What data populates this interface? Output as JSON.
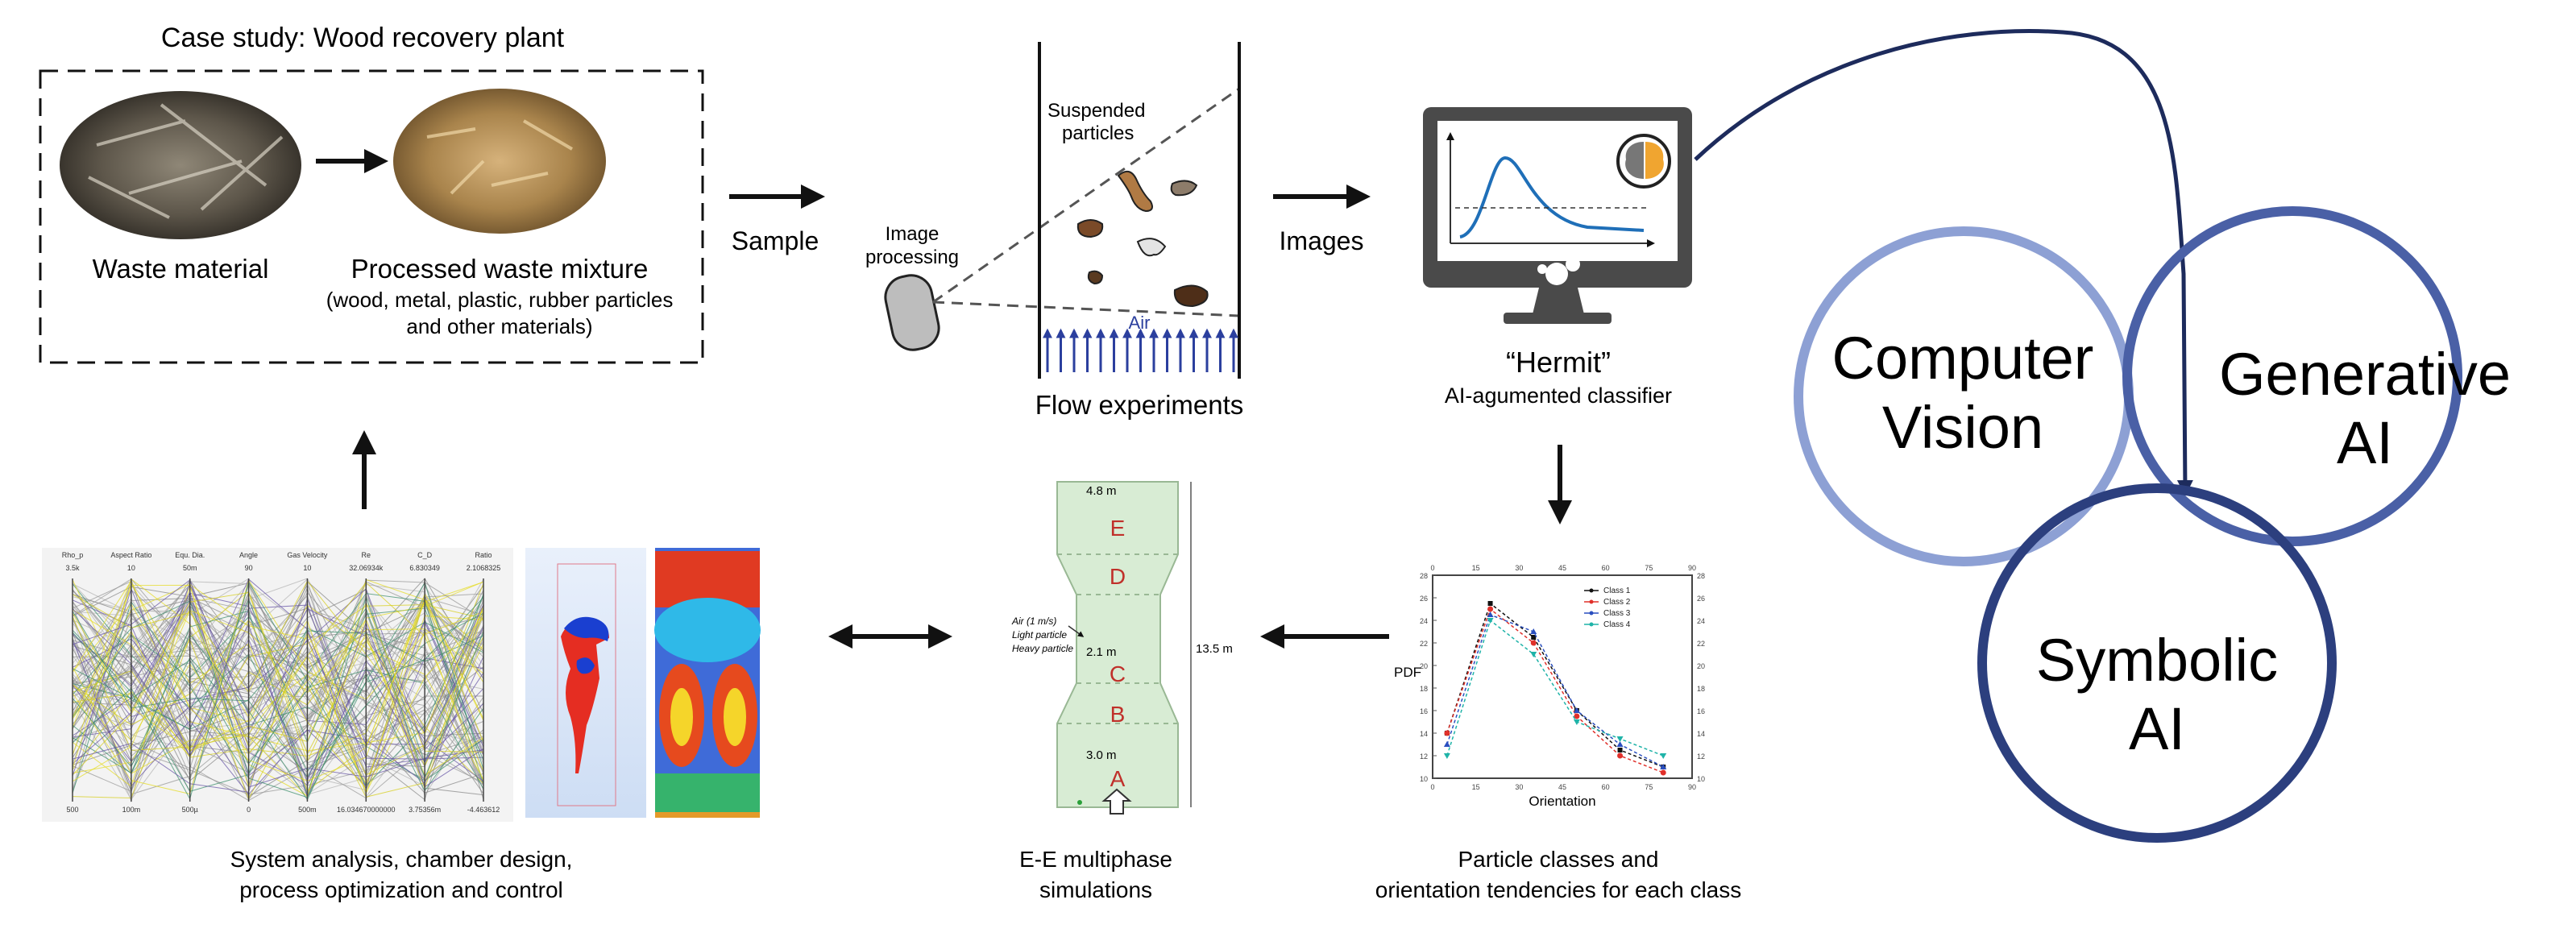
{
  "case_study": {
    "title": "Case study: Wood recovery plant",
    "waste_label": "Waste material",
    "processed_label": "Processed waste mixture",
    "processed_note_1": "(wood, metal,  plastic, rubber particles",
    "processed_note_2": "and other materials)"
  },
  "flow": {
    "sample_label": "Sample",
    "images_label": "Images",
    "image_processing_1": "Image",
    "image_processing_2": "processing",
    "suspended_1": "Suspended",
    "suspended_2": "particles",
    "air_label": "Air",
    "flow_experiments_label": "Flow experiments"
  },
  "hermit": {
    "name": "“Hermit”",
    "subtitle": "AI-agumented classifier"
  },
  "particle_chart": {
    "caption_1": "Particle classes and",
    "caption_2": "orientation tendencies for each class",
    "ylabel": "PDF",
    "xlabel": "Orientation"
  },
  "chart_data": {
    "type": "line",
    "xlabel": "Orientation",
    "ylabel": "PDF",
    "x": [
      5,
      20,
      35,
      50,
      65,
      80
    ],
    "ylim": [
      10,
      28
    ],
    "xlim": [
      0,
      90
    ],
    "legend_position": "top-right",
    "series": [
      {
        "name": "Class 1",
        "color": "#111111",
        "values": [
          14,
          25.5,
          22.5,
          16,
          12.5,
          11
        ]
      },
      {
        "name": "Class 2",
        "color": "#e0302a",
        "values": [
          14,
          25,
          22,
          15.5,
          12,
          10.5
        ]
      },
      {
        "name": "Class 3",
        "color": "#2a4fbf",
        "values": [
          13,
          24.5,
          23,
          16,
          13,
          11
        ]
      },
      {
        "name": "Class 4",
        "color": "#1fb3a8",
        "values": [
          12,
          24,
          21,
          15,
          13.5,
          12
        ]
      }
    ],
    "tick_labels_left": [
      "10",
      "12",
      "14",
      "16",
      "18",
      "20",
      "22",
      "24",
      "26",
      "28"
    ],
    "tick_labels_top": [
      "0",
      "15",
      "30",
      "45",
      "60",
      "75",
      "90"
    ]
  },
  "simulation": {
    "caption_1": "E-E multiphase",
    "caption_2": "simulations",
    "height_total": "13.5 m",
    "height_top": "4.8 m",
    "height_mid": "2.1 m",
    "height_bottom": "3.0 m",
    "sections": [
      "E",
      "D",
      "C",
      "B",
      "A"
    ],
    "inlet_note_1": "Air (1 m/s)",
    "inlet_note_2": "Light particle",
    "inlet_note_3": "Heavy particle"
  },
  "system_analysis": {
    "caption_1": "System analysis, chamber design,",
    "caption_2": "process optimization and control",
    "axes": [
      "Rho_p",
      "Aspect Ratio",
      "Equ. Dia.",
      "Angle",
      "Gas Velocity",
      "Re",
      "C_D",
      "Ratio"
    ],
    "top_values": [
      "3.5k",
      "10",
      "50m",
      "90",
      "10",
      "32.06934k",
      "6.830349",
      "2.1068325"
    ],
    "bottom_values": [
      "500",
      "100m",
      "500µ",
      "0",
      "500m",
      "16.034670000000",
      "3.75356m",
      "-4.463612"
    ]
  },
  "venn": {
    "circle_1": {
      "line_1": "Computer",
      "line_2": "Vision",
      "color": "#8da0d4"
    },
    "circle_2": {
      "line_1": "Generative",
      "line_2": "AI",
      "color": "#4a60a6"
    },
    "circle_3": {
      "line_1": "Symbolic",
      "line_2": "AI",
      "color": "#2c3f7e"
    }
  }
}
